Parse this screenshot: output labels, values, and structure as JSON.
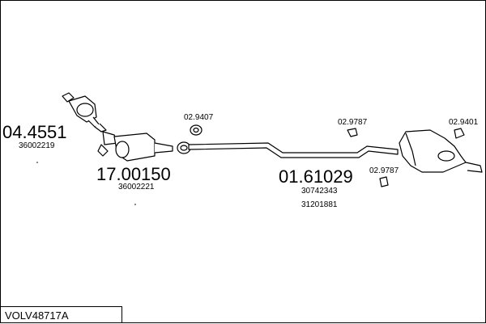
{
  "model_code": "VOLV48717A",
  "parts": [
    {
      "id": "front-cat",
      "number": "04.4551",
      "oem": [
        "36002219"
      ]
    },
    {
      "id": "dpf",
      "number": "17.00150",
      "oem": [
        "36002221"
      ]
    },
    {
      "id": "rear-silencer",
      "number": "01.61029",
      "oem": [
        "30742343",
        "31201881"
      ]
    }
  ],
  "fittings": [
    {
      "id": "gasket-front",
      "number": "02.9407"
    },
    {
      "id": "hanger-mid",
      "number": "02.9787"
    },
    {
      "id": "hanger-lower",
      "number": "02.9787"
    },
    {
      "id": "hanger-rear",
      "number": "02.9401"
    }
  ]
}
